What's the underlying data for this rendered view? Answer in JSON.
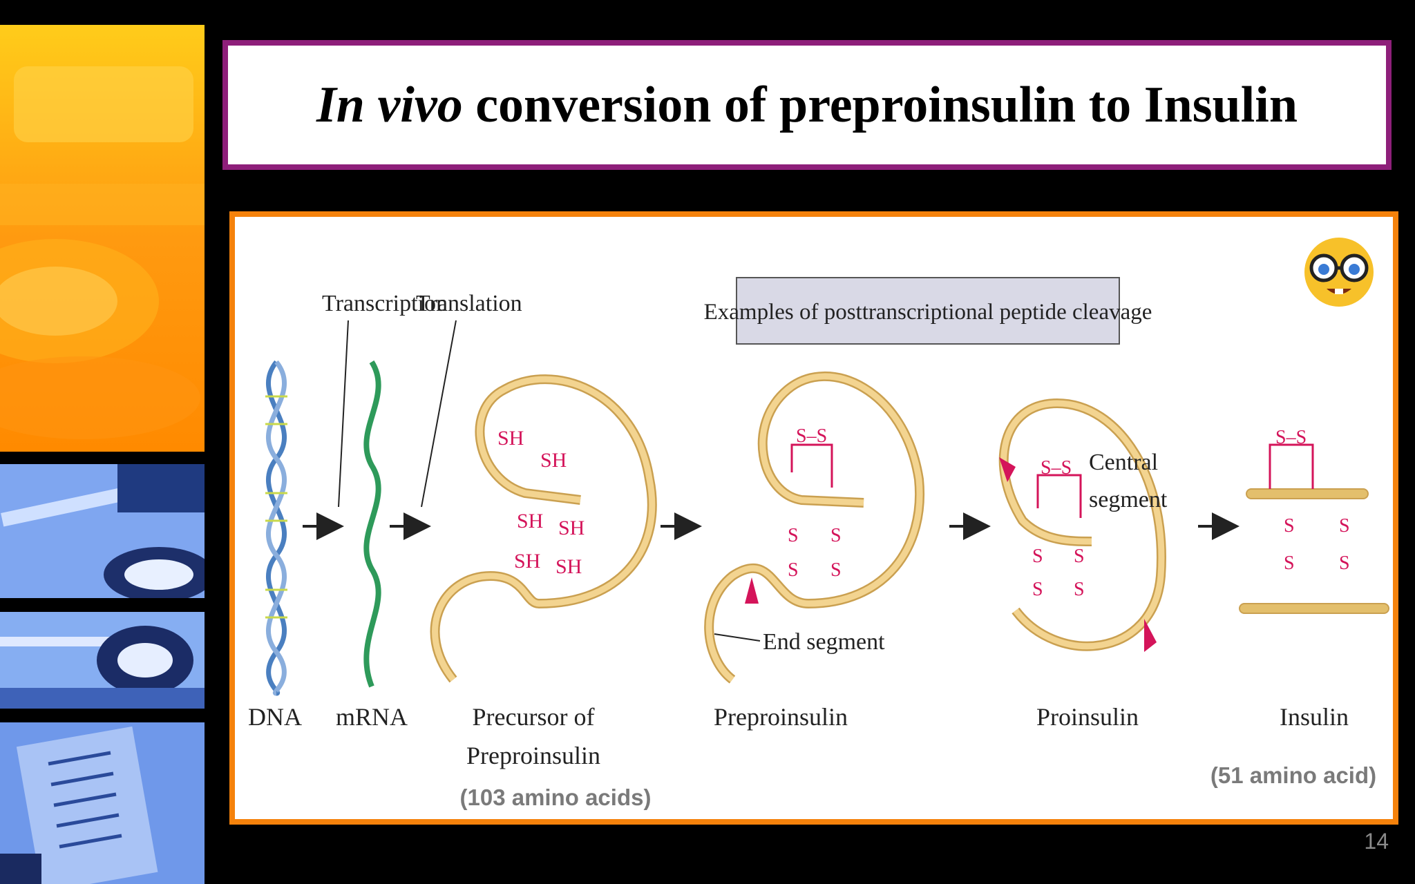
{
  "slide": {
    "title_italic": "In vivo",
    "title_rest": " conversion of preproinsulin to Insulin",
    "number": "14"
  },
  "figure": {
    "header_box": "Examples of posttranscriptional peptide cleavage",
    "process_labels": {
      "transcription": "Transcription",
      "translation": "Translation"
    },
    "stage_labels": {
      "dna": "DNA",
      "mrna": "mRNA",
      "precursor_line1": "Precursor of",
      "precursor_line2": "Preproinsulin",
      "preproinsulin": "Preproinsulin",
      "proinsulin": "Proinsulin",
      "insulin": "Insulin"
    },
    "notes": {
      "precursor_amino": "(103 amino acids)",
      "insulin_amino": "(51 amino acid)",
      "end_segment": "End segment",
      "central_line1": "Central",
      "central_line2": "segment"
    },
    "chem": {
      "sh": "SH",
      "s": "S",
      "ss": "S–S"
    },
    "emoji_icon": "nerd-face-icon"
  },
  "colors": {
    "title_border": "#8e1f7a",
    "figure_border": "#f5820b",
    "strand": "#e9c27a",
    "bond": "#d4145a",
    "dna": "#4a7fc0",
    "mrna": "#2e9a5a"
  }
}
